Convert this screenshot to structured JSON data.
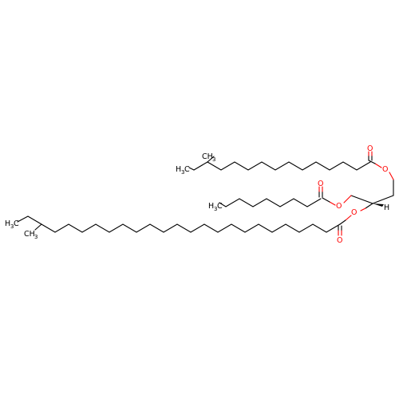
{
  "molecule": {
    "atoms": {
      "o_ester_top": "O",
      "o_carbonyl_top": "O",
      "o_ester_mid": "O",
      "o_carbonyl_mid": "O",
      "o_ester_low": "O",
      "o_carbonyl_low": "O",
      "h_stereo": "H",
      "ch3_top_branch": "CH",
      "ch3_top_branch_n": "3",
      "h3c_top": "H",
      "h3c_top_n": "3",
      "h3c_top_c": "C",
      "h3c_mid": "H",
      "h3c_mid_n": "3",
      "h3c_mid_c": "C",
      "h3c_low": "H",
      "h3c_low_n": "3",
      "h3c_low_c": "C",
      "ch3_low_branch": "CH",
      "ch3_low_branch_n": "3"
    },
    "colors": {
      "bond": "#000000",
      "oxygen": "#ff0000",
      "carbon_hydrogen": "#000000"
    }
  }
}
